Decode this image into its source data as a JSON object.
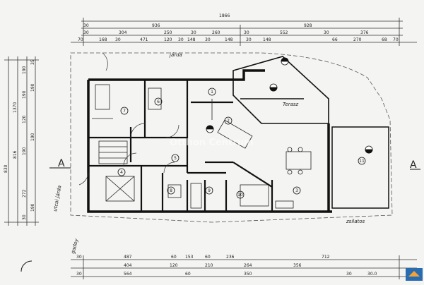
{
  "dimensions": {
    "top_total": "1866",
    "top_row2": [
      "30",
      "936",
      "928"
    ],
    "top_row3": [
      "30",
      "304",
      "250",
      "30",
      "260",
      "30",
      "552",
      "30",
      "376"
    ],
    "top_row4": [
      "70",
      "168",
      "30",
      "471",
      "120",
      "30",
      "148",
      "30",
      "148",
      "30",
      "148",
      "66",
      "270",
      "68",
      "70"
    ],
    "left_total": "830",
    "left_row2": [
      "816",
      "1370"
    ],
    "left_row3": [
      "30",
      "272",
      "190",
      "120",
      "190",
      "190"
    ],
    "left_row4": [
      "35",
      "190",
      "190",
      "190"
    ],
    "bottom_row1": [
      "30",
      "487",
      "60",
      "153",
      "60",
      "236",
      "712"
    ],
    "bottom_row2": [
      "404",
      "120",
      "210",
      "264",
      "356"
    ],
    "bottom_row3": [
      "30",
      "564",
      "60",
      "350",
      "30",
      "30.0"
    ]
  },
  "labels": {
    "jarda": "járda",
    "terasz": "Terasz",
    "utca_jarda": "utcai járda",
    "gadoy": "gadoy",
    "zsilatos": "zsilatos",
    "section_a": "A",
    "watermark": "Otthon Centrum"
  },
  "room_numbers": [
    "7",
    "6",
    "1",
    "2",
    "3",
    "4",
    "5",
    "8",
    "9",
    "10",
    "11"
  ]
}
